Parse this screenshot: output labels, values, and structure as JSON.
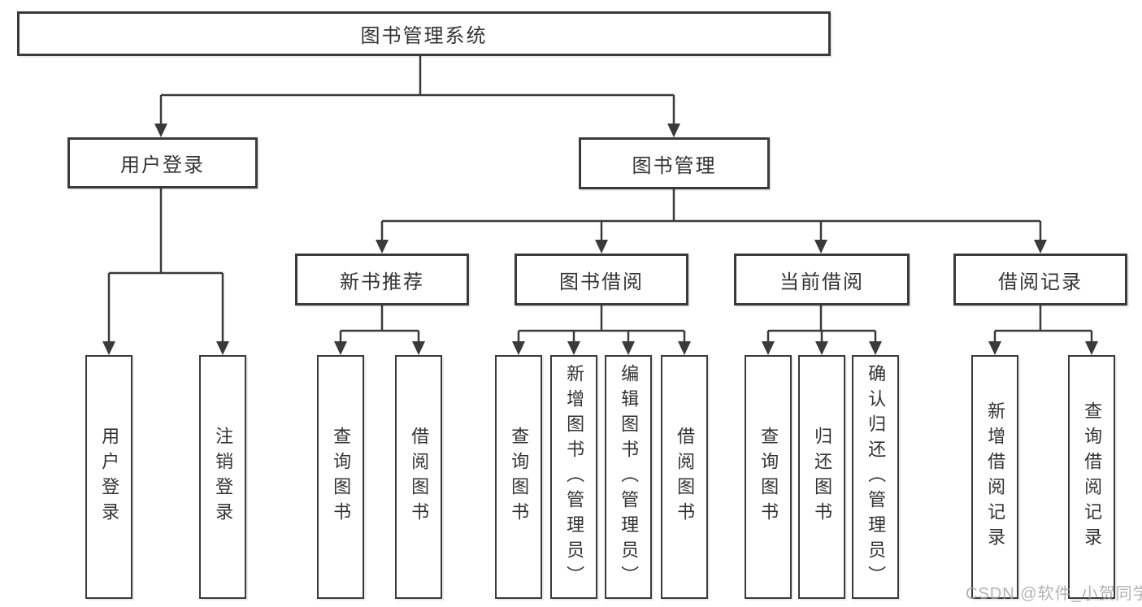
{
  "tree": {
    "root": {
      "label": "图书管理系统"
    },
    "user_login": {
      "label": "用户登录",
      "children": {
        "login": "用户登录",
        "logout": "注销登录"
      }
    },
    "book_mgmt": {
      "label": "图书管理",
      "children": {
        "new_books": {
          "label": "新书推荐",
          "children": {
            "query_books": "查询图书",
            "borrow_books": "借阅图书"
          }
        },
        "book_borrow": {
          "label": "图书借阅",
          "children": {
            "query_books": "查询图书",
            "add_books": "新增图书（管理员）",
            "edit_books": "编辑图书（管理员）",
            "borrow_books": "借阅图书"
          }
        },
        "current_borrow": {
          "label": "当前借阅",
          "children": {
            "query_books": "查询图书",
            "return_books": "归还图书",
            "confirm_return": "确认归还（管理员）"
          }
        },
        "borrow_records": {
          "label": "借阅记录",
          "children": {
            "add_record": "新增借阅记录",
            "query_record": "查询借阅记录"
          }
        }
      }
    }
  },
  "watermark": {
    "text": "CSDN @软件_小贺同学"
  },
  "colors": {
    "line": "#3a3a3a",
    "text": "#333333",
    "watermark": "#a4a4a4",
    "background": "#ffffff"
  }
}
